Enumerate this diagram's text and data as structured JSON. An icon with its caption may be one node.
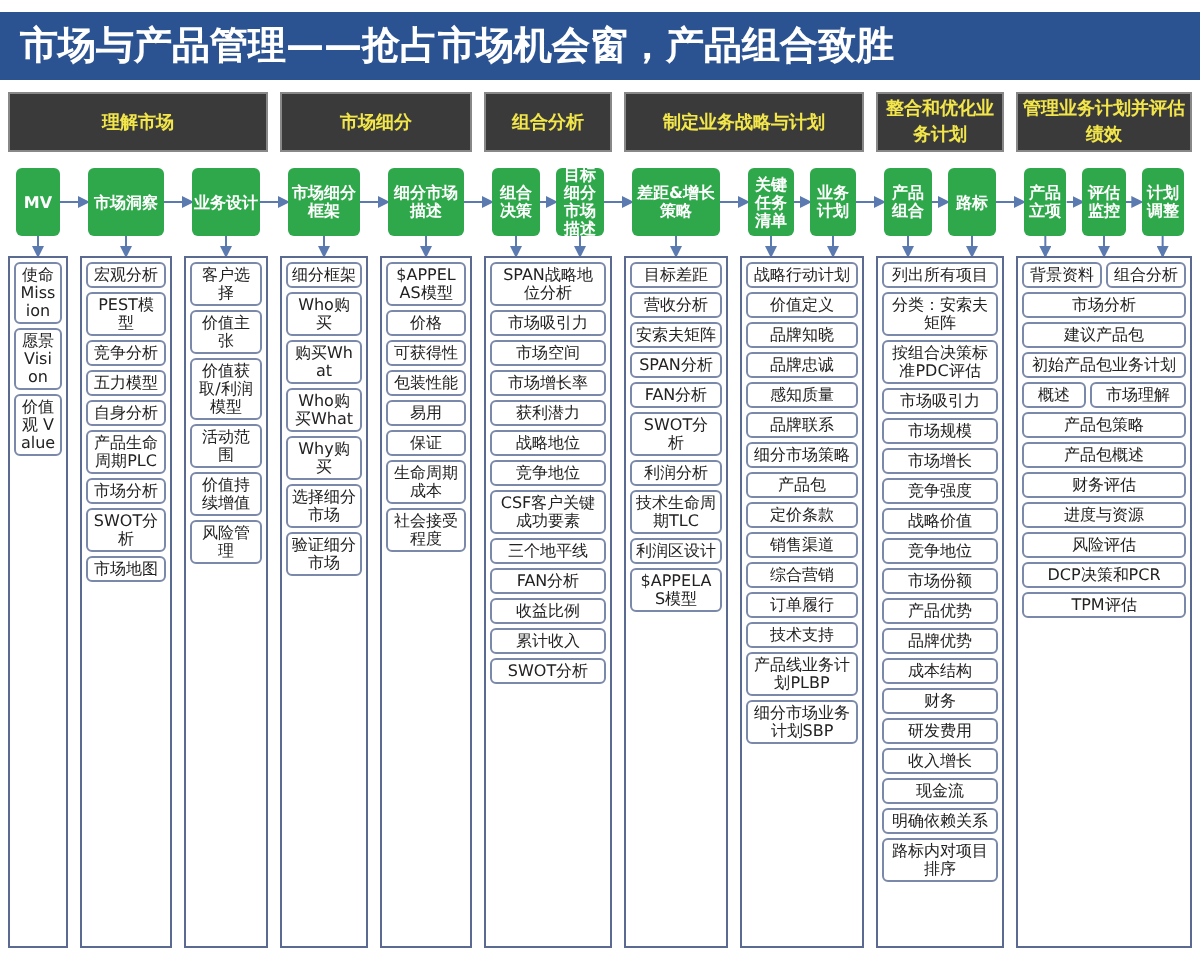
{
  "diagram": {
    "title": "市场与产品管理——抢占市场机会窗，产品组合致胜",
    "nodes": [
      {
        "text": [
          "理解市场"
        ]
      },
      {
        "text": [
          "市场细分"
        ]
      },
      {
        "text": [
          "组合分析"
        ]
      },
      {
        "text": [
          "制定业务战略与计划"
        ]
      },
      {
        "text": [
          "整合和优化业务计划"
        ]
      },
      {
        "text": [
          "管理业务计划并评估绩效"
        ]
      },
      {
        "text": [
          "MV"
        ]
      },
      {
        "text": [
          "市场洞察"
        ]
      },
      {
        "text": [
          "业务设计"
        ]
      },
      {
        "text": [
          "市场细分框架"
        ]
      },
      {
        "text": [
          "细分市场描述"
        ]
      },
      {
        "text": [
          "组合决策"
        ]
      },
      {
        "text": [
          "目标细分市场描述"
        ]
      },
      {
        "text": [
          "差距&增长策略"
        ]
      },
      {
        "text": [
          "关键任务清单"
        ]
      },
      {
        "text": [
          "业务计划"
        ]
      },
      {
        "text": [
          "产品组合"
        ]
      },
      {
        "text": [
          "路标"
        ]
      },
      {
        "text": [
          "产品立项"
        ]
      },
      {
        "text": [
          "评估监控"
        ]
      },
      {
        "text": [
          "计划调整"
        ]
      },
      {
        "text": [],
        "shape": "box"
      },
      {
        "text": [
          "使命 Mission"
        ],
        "in": 21
      },
      {
        "text": [
          "愿景 Vision"
        ],
        "in": 21
      },
      {
        "text": [
          "价值观 Value"
        ],
        "in": 21
      },
      {
        "text": [],
        "shape": "box"
      },
      {
        "text": [
          "宏观分析"
        ],
        "in": 25
      },
      {
        "text": [
          "PEST模型"
        ],
        "in": 25
      },
      {
        "text": [
          "竞争分析"
        ],
        "in": 25
      },
      {
        "text": [
          "五力模型"
        ],
        "in": 25
      },
      {
        "text": [
          "自身分析"
        ],
        "in": 25
      },
      {
        "text": [
          "产品生命周期PLC"
        ],
        "in": 25
      },
      {
        "text": [
          "市场分析"
        ],
        "in": 25
      },
      {
        "text": [
          "SWOT分析"
        ],
        "in": 25
      },
      {
        "text": [
          "市场地图"
        ],
        "in": 25
      },
      {
        "text": [],
        "shape": "box"
      },
      {
        "text": [
          "客户选择"
        ],
        "in": 35
      },
      {
        "text": [
          "价值主张"
        ],
        "in": 35
      },
      {
        "text": [
          "价值获取/利润模型"
        ],
        "in": 35
      },
      {
        "text": [
          "活动范围"
        ],
        "in": 35
      },
      {
        "text": [
          "价值持续增值"
        ],
        "in": 35
      },
      {
        "text": [
          "风险管理"
        ],
        "in": 35
      },
      {
        "text": [],
        "shape": "box"
      },
      {
        "text": [
          "细分框架"
        ],
        "in": 42
      },
      {
        "text": [
          "Who购买"
        ],
        "in": 42
      },
      {
        "text": [
          "购买What"
        ],
        "in": 42
      },
      {
        "text": [
          "Who购买What"
        ],
        "in": 42
      },
      {
        "text": [
          "Why购买"
        ],
        "in": 42
      },
      {
        "text": [
          "选择细分市场"
        ],
        "in": 42
      },
      {
        "text": [
          "验证细分市场"
        ],
        "in": 42
      },
      {
        "text": [],
        "shape": "box"
      },
      {
        "text": [
          "$APPELAS模型"
        ],
        "in": 50
      },
      {
        "text": [
          "价格"
        ],
        "in": 50
      },
      {
        "text": [
          "可获得性"
        ],
        "in": 50
      },
      {
        "text": [
          "包装性能"
        ],
        "in": 50
      },
      {
        "text": [
          "易用"
        ],
        "in": 50
      },
      {
        "text": [
          "保证"
        ],
        "in": 50
      },
      {
        "text": [
          "生命周期成本"
        ],
        "in": 50
      },
      {
        "text": [
          "社会接受程度"
        ],
        "in": 50
      },
      {
        "text": [],
        "shape": "box"
      },
      {
        "text": [
          "SPAN战略地位分析"
        ],
        "in": 59
      },
      {
        "text": [
          "市场吸引力"
        ],
        "in": 59
      },
      {
        "text": [
          "市场空间"
        ],
        "in": 59
      },
      {
        "text": [
          "市场增长率"
        ],
        "in": 59
      },
      {
        "text": [
          "获利潜力"
        ],
        "in": 59
      },
      {
        "text": [
          "战略地位"
        ],
        "in": 59
      },
      {
        "text": [
          "竞争地位"
        ],
        "in": 59
      },
      {
        "text": [
          "CSF客户关键成功要素"
        ],
        "in": 59
      },
      {
        "text": [
          "三个地平线"
        ],
        "in": 59
      },
      {
        "text": [
          "FAN分析"
        ],
        "in": 59
      },
      {
        "text": [
          "收益比例"
        ],
        "in": 59
      },
      {
        "text": [
          "累计收入"
        ],
        "in": 59
      },
      {
        "text": [
          "SWOT分析"
        ],
        "in": 59
      },
      {
        "text": [],
        "shape": "box"
      },
      {
        "text": [
          "目标差距"
        ],
        "in": 73
      },
      {
        "text": [
          "营收分析"
        ],
        "in": 73
      },
      {
        "text": [
          "安索夫矩阵"
        ],
        "in": 73
      },
      {
        "text": [
          "SPAN分析"
        ],
        "in": 73
      },
      {
        "text": [
          "FAN分析"
        ],
        "in": 73
      },
      {
        "text": [
          "SWOT分析"
        ],
        "in": 73
      },
      {
        "text": [
          "利润分析"
        ],
        "in": 73
      },
      {
        "text": [
          "技术生命周期TLC"
        ],
        "in": 73
      },
      {
        "text": [
          "利润区设计"
        ],
        "in": 73
      },
      {
        "text": [
          "$APPELAS模型"
        ],
        "in": 73
      },
      {
        "text": [],
        "shape": "box"
      },
      {
        "text": [
          "战略行动计划"
        ],
        "in": 84
      },
      {
        "text": [
          "价值定义"
        ],
        "in": 84
      },
      {
        "text": [
          "品牌知晓"
        ],
        "in": 84
      },
      {
        "text": [
          "品牌忠诚"
        ],
        "in": 84
      },
      {
        "text": [
          "感知质量"
        ],
        "in": 84
      },
      {
        "text": [
          "品牌联系"
        ],
        "in": 84
      },
      {
        "text": [
          "细分市场策略"
        ],
        "in": 84
      },
      {
        "text": [
          "产品包"
        ],
        "in": 84
      },
      {
        "text": [
          "定价条款"
        ],
        "in": 84
      },
      {
        "text": [
          "销售渠道"
        ],
        "in": 84
      },
      {
        "text": [
          "综合营销"
        ],
        "in": 84
      },
      {
        "text": [
          "订单履行"
        ],
        "in": 84
      },
      {
        "text": [
          "技术支持"
        ],
        "in": 84
      },
      {
        "text": [
          "产品线业务计划PLBP"
        ],
        "in": 84
      },
      {
        "text": [
          "细分市场业务计划SBP"
        ],
        "in": 84
      },
      {
        "text": [],
        "shape": "box"
      },
      {
        "text": [
          "列出所有项目"
        ],
        "in": 100
      },
      {
        "text": [
          "分类：安索夫矩阵"
        ],
        "in": 100
      },
      {
        "text": [
          "按组合决策标准PDC评估"
        ],
        "in": 100
      },
      {
        "text": [
          "市场吸引力"
        ],
        "in": 100
      },
      {
        "text": [
          "市场规模"
        ],
        "in": 100
      },
      {
        "text": [
          "市场增长"
        ],
        "in": 100
      },
      {
        "text": [
          "竞争强度"
        ],
        "in": 100
      },
      {
        "text": [
          "战略价值"
        ],
        "in": 100
      },
      {
        "text": [
          "竞争地位"
        ],
        "in": 100
      },
      {
        "text": [
          "市场份额"
        ],
        "in": 100
      },
      {
        "text": [
          "产品优势"
        ],
        "in": 100
      },
      {
        "text": [
          "品牌优势"
        ],
        "in": 100
      },
      {
        "text": [
          "成本结构"
        ],
        "in": 100
      },
      {
        "text": [
          "财务"
        ],
        "in": 100
      },
      {
        "text": [
          "研发费用"
        ],
        "in": 100
      },
      {
        "text": [
          "收入增长"
        ],
        "in": 100
      },
      {
        "text": [
          "现金流"
        ],
        "in": 100
      },
      {
        "text": [
          "明确依赖关系"
        ],
        "in": 100
      },
      {
        "text": [
          "路标内对项目排序"
        ],
        "in": 100
      },
      {
        "text": [],
        "shape": "box"
      },
      {
        "text": [
          "背景资料"
        ],
        "in": 120
      },
      {
        "text": [
          "组合分析"
        ],
        "in": 120
      },
      {
        "text": [
          "市场分析"
        ],
        "in": 120
      },
      {
        "text": [
          "建议产品包"
        ],
        "in": 120
      },
      {
        "text": [
          "初始产品包业务计划"
        ],
        "in": 120
      },
      {
        "text": [
          "概述"
        ],
        "in": 120
      },
      {
        "text": [
          "市场理解"
        ],
        "in": 120
      },
      {
        "text": [
          "产品包策略"
        ],
        "in": 120
      },
      {
        "text": [
          "产品包概述"
        ],
        "in": 120
      },
      {
        "text": [
          "财务评估"
        ],
        "in": 120
      },
      {
        "text": [
          "进度与资源"
        ],
        "in": 120
      },
      {
        "text": [
          "风险评估"
        ],
        "in": 120
      },
      {
        "text": [
          "DCP决策和PCR"
        ],
        "in": 120
      },
      {
        "text": [
          "TPM评估"
        ],
        "in": 120
      }
    ],
    "edges": [
      {
        "from": 6,
        "to": 7,
        "arrow": "to"
      },
      {
        "from": 7,
        "to": 8,
        "arrow": "to"
      },
      {
        "from": 8,
        "to": 9,
        "arrow": "to"
      },
      {
        "from": 9,
        "to": 10,
        "arrow": "to"
      },
      {
        "from": 10,
        "to": 11,
        "arrow": "to"
      },
      {
        "from": 11,
        "to": 12,
        "arrow": "to"
      },
      {
        "from": 12,
        "to": 13,
        "arrow": "to"
      },
      {
        "from": 13,
        "to": 14,
        "arrow": "to"
      },
      {
        "from": 14,
        "to": 15,
        "arrow": "to"
      },
      {
        "from": 15,
        "to": 16,
        "arrow": "to"
      },
      {
        "from": 16,
        "to": 17,
        "arrow": "to"
      },
      {
        "from": 17,
        "to": 18,
        "arrow": "to"
      },
      {
        "from": 18,
        "to": 19,
        "arrow": "to"
      },
      {
        "from": 19,
        "to": 20,
        "arrow": "to"
      },
      {
        "from": 6,
        "to": 21,
        "arrow": "to"
      },
      {
        "from": 7,
        "to": 25,
        "arrow": "to"
      },
      {
        "from": 8,
        "to": 35,
        "arrow": "to"
      },
      {
        "from": 9,
        "to": 42,
        "arrow": "to"
      },
      {
        "from": 10,
        "to": 50,
        "arrow": "to"
      },
      {
        "from": 11,
        "to": 59,
        "arrow": "to"
      },
      {
        "from": 12,
        "to": 59,
        "arrow": "to"
      },
      {
        "from": 13,
        "to": 73,
        "arrow": "to"
      },
      {
        "from": 14,
        "to": 84,
        "arrow": "to"
      },
      {
        "from": 15,
        "to": 84,
        "arrow": "to"
      },
      {
        "from": 16,
        "to": 100,
        "arrow": "to"
      },
      {
        "from": 17,
        "to": 100,
        "arrow": "to"
      },
      {
        "from": 18,
        "to": 120,
        "arrow": "to"
      },
      {
        "from": 19,
        "to": 120,
        "arrow": "to"
      },
      {
        "from": 20,
        "to": 120,
        "arrow": "to"
      }
    ]
  }
}
